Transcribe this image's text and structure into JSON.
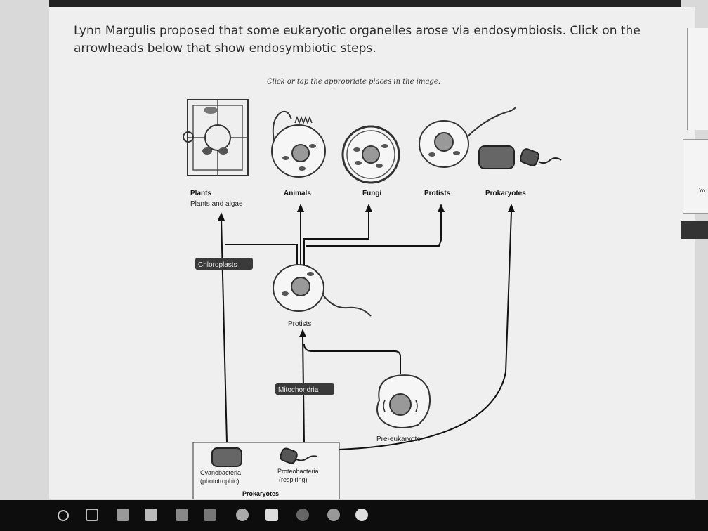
{
  "question": {
    "line1": "Lynn Margulis proposed that some eukaryotic organelles arose via endosymbiosis. Click on the",
    "line2": "arrowheads below that show endosymbiotic steps."
  },
  "instruction": "Click or tap the appropriate places in the image.",
  "groups": {
    "plants": "Plants",
    "plants_sub": "Plants and algae",
    "animals": "Animals",
    "fungi": "Fungi",
    "protists": "Protists",
    "prokaryotes": "Prokaryotes"
  },
  "mid": {
    "chloroplasts": "Chloroplasts",
    "protists": "Protists",
    "mitochondria": "Mitochondria",
    "pre_eukaryote": "Pre-eukaryote"
  },
  "box": {
    "cyano_1": "Cyanobacteria",
    "cyano_2": "(phototrophic)",
    "proteo_1": "Proteobacteria",
    "proteo_2": "(respiring)",
    "title": "Prokaryotes"
  },
  "side": {
    "text": "Yo"
  },
  "taskbar": {
    "icons": [
      "search-icon",
      "task-view-icon",
      "mail-icon",
      "store-icon",
      "calculator-icon",
      "edge-icon",
      "photos-icon",
      "chrome-icon",
      "settings-icon"
    ]
  },
  "colors": {
    "background": "#efefef",
    "taskbar": "#0d0d0d",
    "label_pill": "#3a3a3a"
  }
}
